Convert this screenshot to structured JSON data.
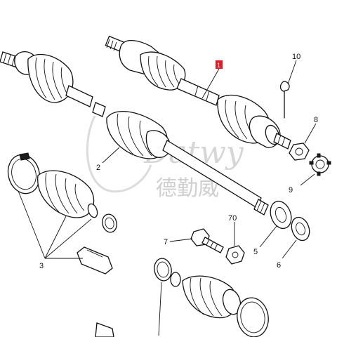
{
  "labels": {
    "l1": "1",
    "l2": "2",
    "l3": "3",
    "l5": "5",
    "l6": "6",
    "l7": "7",
    "l8": "8",
    "l9": "9",
    "l10": "10",
    "l70": "70"
  },
  "watermark": {
    "latin": "Datwy",
    "chinese": "德勤威"
  },
  "colors": {
    "highlight": "#e01b24",
    "line": "#111111",
    "watermark": "#d0d0d0"
  }
}
